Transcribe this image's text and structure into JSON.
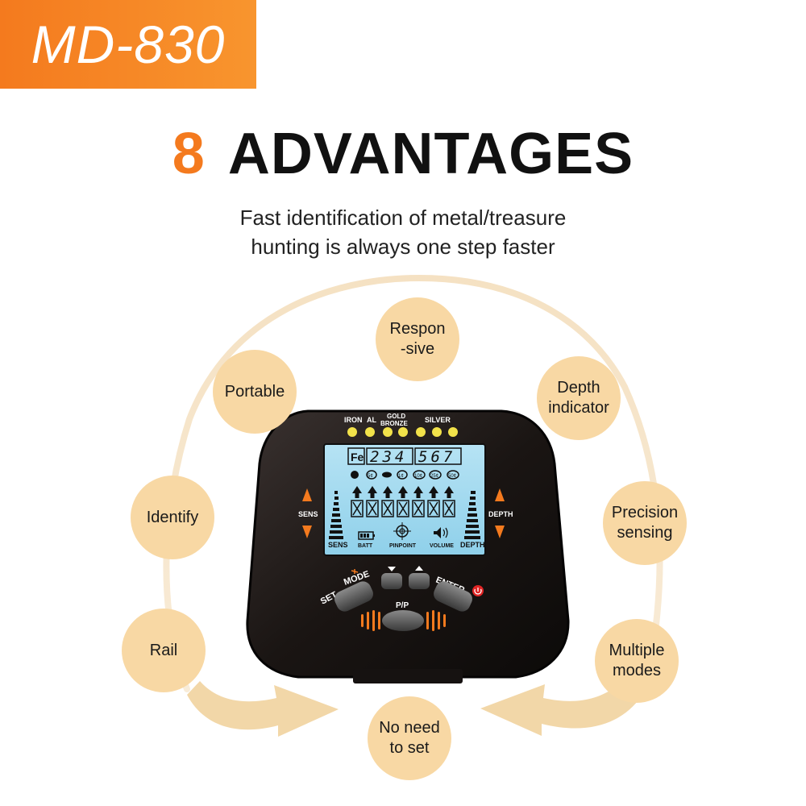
{
  "model": "MD-830",
  "headline": {
    "number": "8",
    "text": "ADVANTAGES"
  },
  "subtitle": {
    "line1": "Fast identification of metal/treasure",
    "line2": "hunting is always one step faster"
  },
  "features": [
    {
      "label": "Respon\n-sive"
    },
    {
      "label": "Depth\nindicator"
    },
    {
      "label": "Precision\nsensing"
    },
    {
      "label": "Multiple\nmodes"
    },
    {
      "label": "No need\nto set"
    },
    {
      "label": "Rail"
    },
    {
      "label": "Identify"
    },
    {
      "label": "Portable"
    }
  ],
  "device": {
    "categories": [
      "IRON",
      "AL",
      "GOLD",
      "BRONZE",
      "SILVER"
    ],
    "chips": [
      "5¢",
      "1¢",
      "10¢",
      "25¢",
      "50¢"
    ],
    "fe_label": "Fe",
    "digits_left": "234",
    "digits_right": "567",
    "sens_label": "SENS",
    "depth_label": "DEPTH",
    "batt_label": "BATT",
    "pinpoint_label": "PINPOINT",
    "volume_label": "VOLUME",
    "buttons": {
      "set": "SET",
      "mode": "MODE",
      "enter": "ENTER",
      "pp": "P/P"
    }
  },
  "colors": {
    "accent": "#f47a1e",
    "circle": "#f8d8a4",
    "lcd": "#a9dcef",
    "body": "#1c1714"
  }
}
